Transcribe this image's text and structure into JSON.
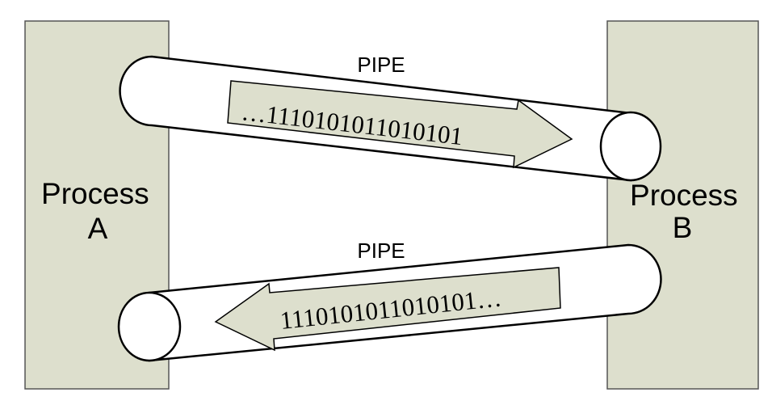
{
  "process_a": {
    "line1": "Process",
    "line2": "A"
  },
  "process_b": {
    "line1": "Process",
    "line2": "B"
  },
  "pipe_top": {
    "label": "PIPE",
    "bits": "…1110101011010101"
  },
  "pipe_bottom": {
    "label": "PIPE",
    "bits": "1110101011010101…"
  }
}
